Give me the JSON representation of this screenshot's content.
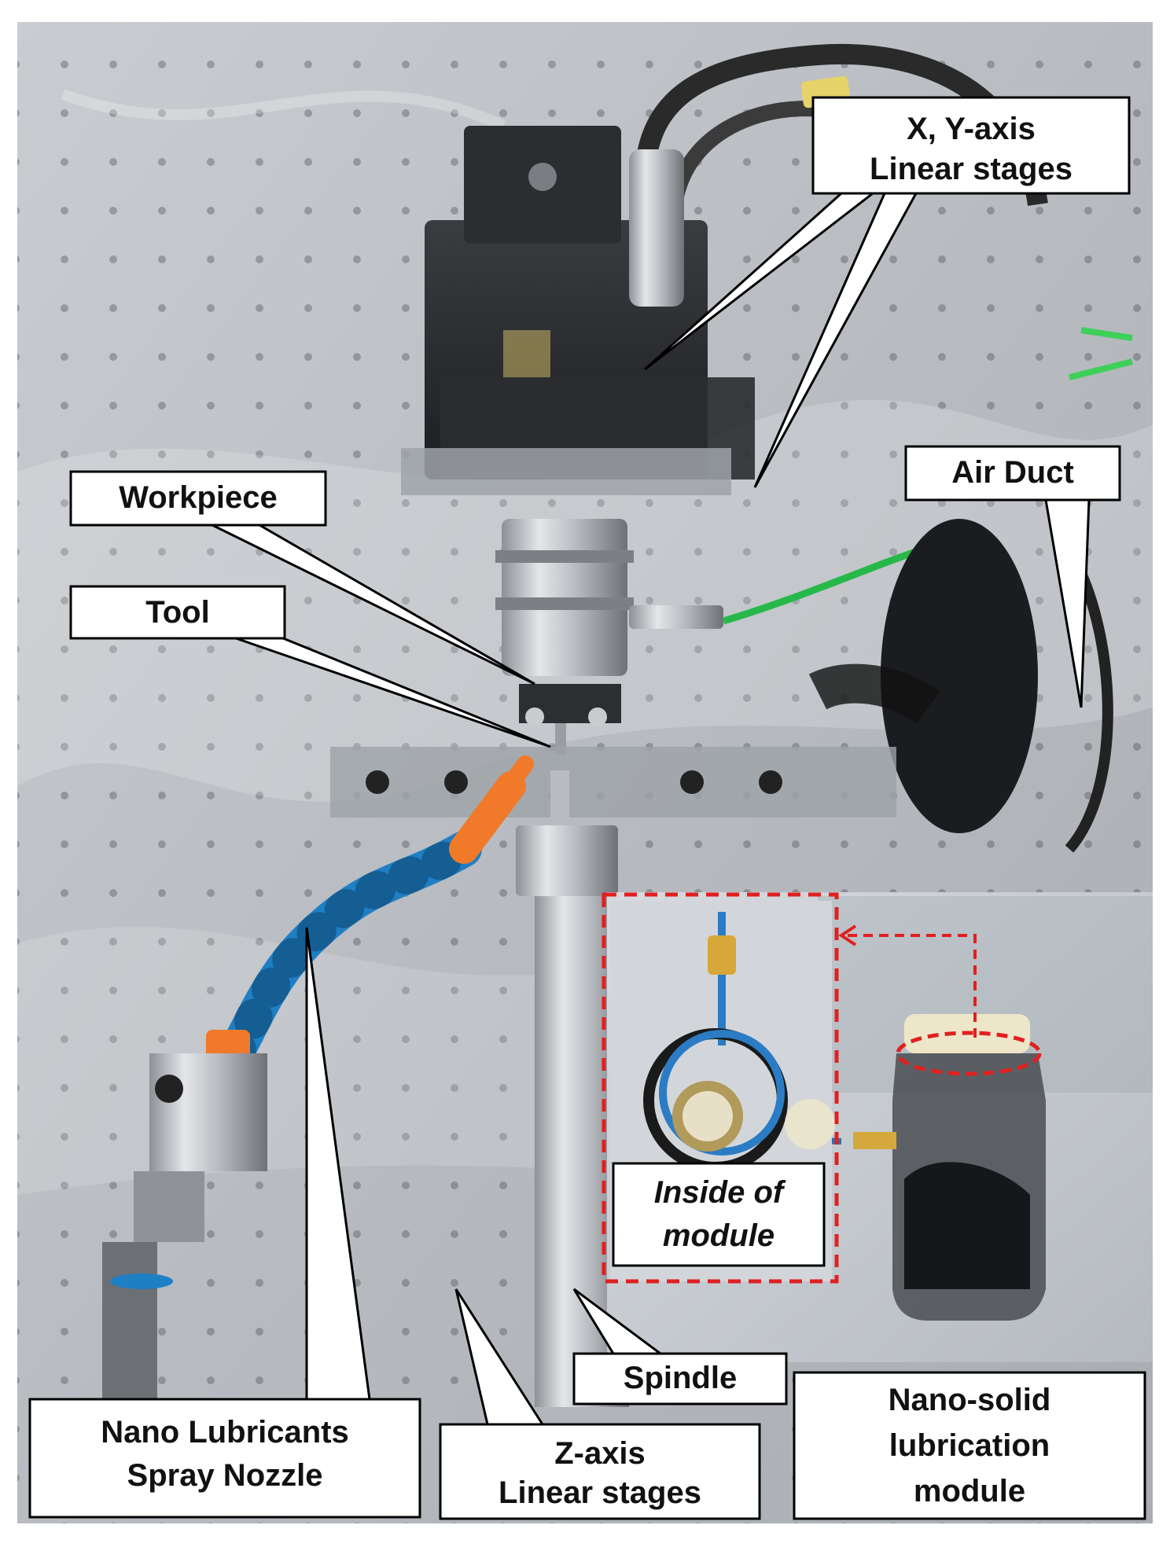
{
  "labels": {
    "xy_stages_line1": "X, Y-axis",
    "xy_stages_line2": "Linear stages",
    "air_duct": "Air Duct",
    "workpiece": "Workpiece",
    "tool": "Tool",
    "inside_line1": "Inside of",
    "inside_line2": "module",
    "spindle": "Spindle",
    "nozzle_line1": "Nano Lubricants",
    "nozzle_line2": "Spray Nozzle",
    "z_stages_line1": "Z-axis",
    "z_stages_line2": "Linear stages",
    "module_line1": "Nano-solid",
    "module_line2": "lubrication",
    "module_line3": "module"
  },
  "colors": {
    "callout_fill": "#ffffff",
    "callout_stroke": "#000000",
    "inset_dashed": "#e02020",
    "nozzle_blue": "#1f7fc4",
    "nozzle_orange": "#f07a2a",
    "air_hose_green": "#27b84a"
  }
}
